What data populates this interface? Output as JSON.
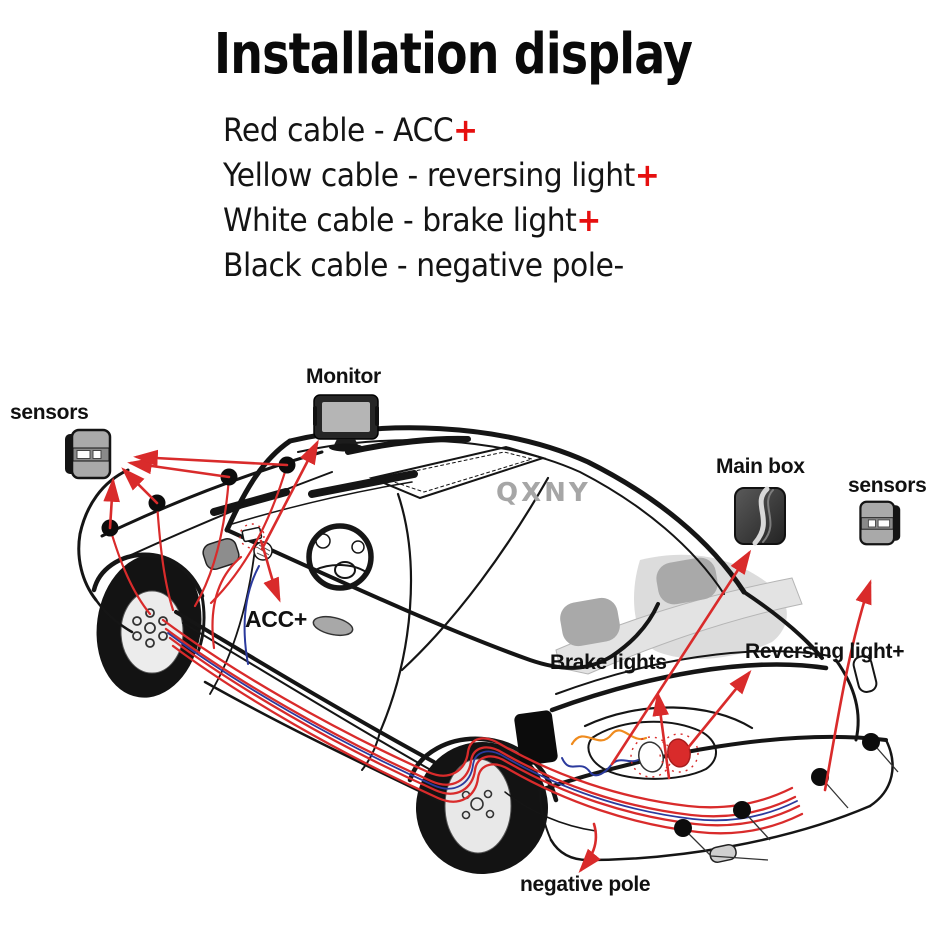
{
  "title": "Installation display",
  "legend": {
    "lines": [
      {
        "text": "Red cable - ACC",
        "plus": "+"
      },
      {
        "text": "Yellow cable - reversing light",
        "plus": "+"
      },
      {
        "text": "White cable - brake light",
        "plus": "+"
      },
      {
        "text": "Black cable - negative pole-",
        "plus": ""
      }
    ]
  },
  "diagram": {
    "watermark": "QXNY",
    "labels": {
      "sensors_left": "sensors",
      "monitor": "Monitor",
      "main_box": "Main box",
      "sensors_right": "sensors",
      "acc": "ACC+",
      "brake_lights": "Brake lights",
      "reversing_light": "Reversing light+",
      "negative_pole": "negative pole"
    },
    "icons": [
      "parking-sensor-icon",
      "monitor-icon",
      "main-box-icon",
      "parking-sensor-icon"
    ],
    "colors": {
      "arrow_and_cable_red": "#d92b2b",
      "legend_plus_red": "#e60f0f",
      "cable_blue": "#2b3a9d",
      "cable_orange": "#ef8b1e",
      "watermark_gray": "#a6a6a6"
    }
  }
}
